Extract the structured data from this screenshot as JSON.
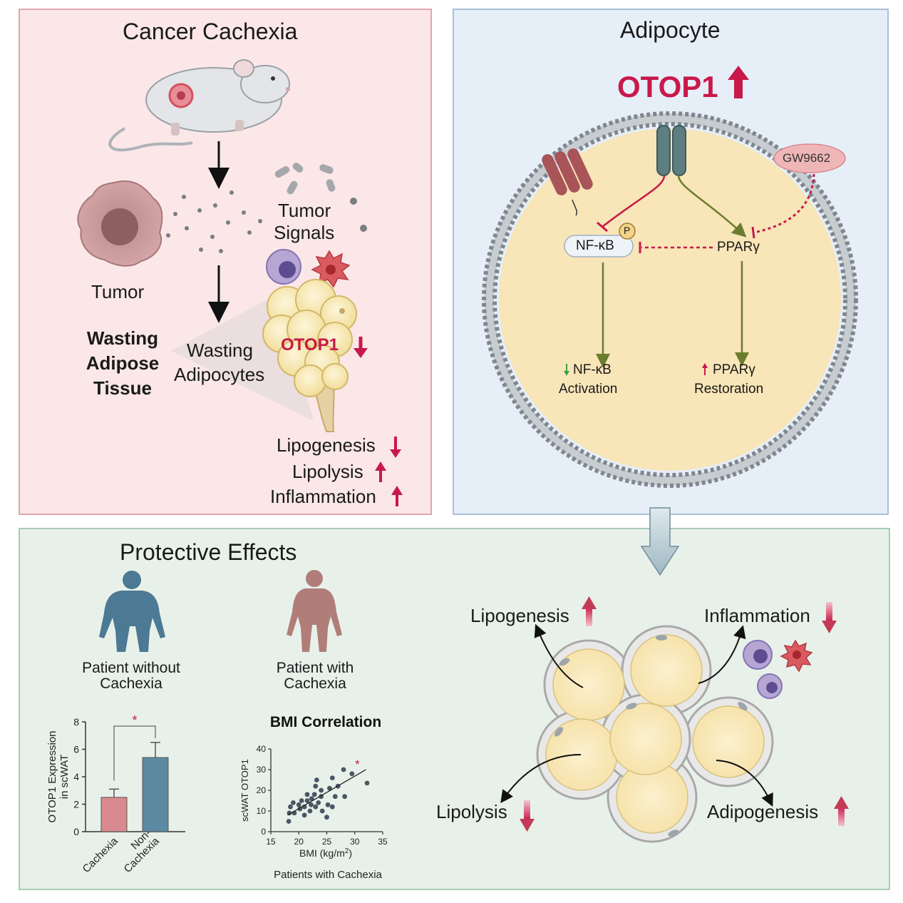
{
  "panel_cachexia": {
    "title": "Cancer Cachexia",
    "tumor_label": "Tumor",
    "signals_label_line1": "Tumor",
    "signals_label_line2": "Signals",
    "wat_line1": "Wasting",
    "wat_line2": "Adipose",
    "wat_line3": "Tissue",
    "wa_line1": "Wasting",
    "wa_line2": "Adipocytes",
    "otop1_label": "OTOP1",
    "effects": [
      {
        "label": "Lipogenesis",
        "direction": "down"
      },
      {
        "label": "Lipolysis",
        "direction": "up"
      },
      {
        "label": "Inflammation",
        "direction": "up"
      }
    ]
  },
  "panel_adipocyte": {
    "title": "Adipocyte",
    "otop1_label": "OTOP1",
    "drug_label": "GW9662",
    "nfkb_label": "NF-κB",
    "p_label": "P",
    "ppar_label": "PPARγ",
    "nfkb_result_line1": "NF-κB",
    "nfkb_result_line2": "Activation",
    "ppar_result_line1": "PPARγ",
    "ppar_result_line2": "Restoration"
  },
  "panel_protective": {
    "title": "Protective Effects",
    "patient1_line1": "Patient without",
    "patient1_line2": "Cachexia",
    "patient2_line1": "Patient with",
    "patient2_line2": "Cachexia",
    "effects": [
      {
        "label": "Lipogenesis",
        "direction": "up"
      },
      {
        "label": "Inflammation",
        "direction": "down"
      },
      {
        "label": "Lipolysis",
        "direction": "down"
      },
      {
        "label": "Adipogenesis",
        "direction": "up"
      }
    ]
  },
  "colors": {
    "accent_red": "#c8194a",
    "arrow_red": "#c43a55",
    "pathway_green": "#6a7d2e",
    "membrane": "#8a9298",
    "cell_fill": "#f8e5b8"
  },
  "chart_data": [
    {
      "type": "bar",
      "ylabel_line1": "OTOP1 Expression",
      "ylabel_line2": "in scWAT",
      "categories": [
        "Cachexia",
        "Non-Cachexia"
      ],
      "category_lines": [
        [
          "Cachexia"
        ],
        [
          "Non-",
          "Cachexia"
        ]
      ],
      "values": [
        2.5,
        5.4
      ],
      "errors": [
        0.6,
        1.1
      ],
      "colors": [
        "#d98a8e",
        "#5c8aa3"
      ],
      "ylim": [
        0,
        8
      ],
      "yticks": [
        "0",
        "2",
        "4",
        "6",
        "8"
      ],
      "significance": "*"
    },
    {
      "type": "scatter",
      "title": "BMI Correlation",
      "xlabel": "BMI (kg/m",
      "xlabel_sup": "2",
      "xlabel_end": ")",
      "ylabel": "scWAT OTOP1",
      "caption": "Patients with Cachexia",
      "xlim": [
        15,
        35
      ],
      "ylim": [
        0,
        40
      ],
      "xticks": [
        "15",
        "20",
        "25",
        "30",
        "35"
      ],
      "yticks": [
        "0",
        "10",
        "20",
        "30",
        "40"
      ],
      "significance": "*",
      "trend": [
        [
          18,
          8
        ],
        [
          32,
          30
        ]
      ],
      "points": [
        [
          18.2,
          5
        ],
        [
          18.3,
          9
        ],
        [
          18.5,
          12
        ],
        [
          19,
          14
        ],
        [
          19.2,
          9
        ],
        [
          20,
          13
        ],
        [
          20.2,
          11
        ],
        [
          20.5,
          15
        ],
        [
          21,
          8
        ],
        [
          21,
          12
        ],
        [
          21.5,
          15
        ],
        [
          21.5,
          18
        ],
        [
          22,
          10
        ],
        [
          22.2,
          13
        ],
        [
          22.3,
          16
        ],
        [
          22.8,
          18
        ],
        [
          23,
          12
        ],
        [
          23,
          22
        ],
        [
          23.2,
          25
        ],
        [
          23.5,
          14
        ],
        [
          24,
          17
        ],
        [
          24,
          20
        ],
        [
          24.2,
          10
        ],
        [
          25,
          7
        ],
        [
          25.2,
          13
        ],
        [
          25.5,
          21
        ],
        [
          26,
          26
        ],
        [
          26,
          12
        ],
        [
          26.5,
          17
        ],
        [
          27,
          22
        ],
        [
          28,
          30
        ],
        [
          28.2,
          17
        ],
        [
          29.5,
          28
        ],
        [
          32.2,
          23.5
        ]
      ]
    }
  ]
}
